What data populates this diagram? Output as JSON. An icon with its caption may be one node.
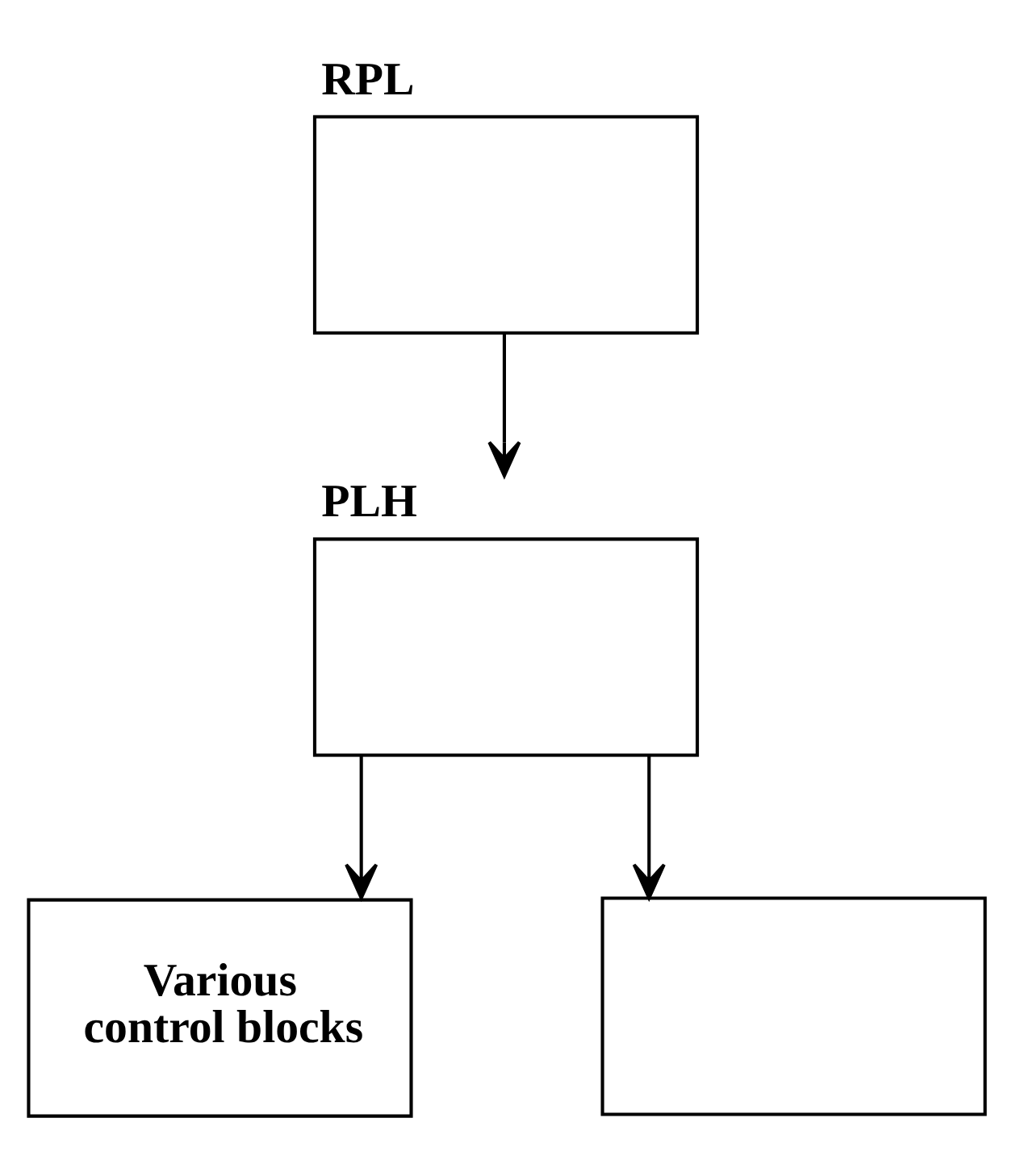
{
  "diagram": {
    "nodes": [
      {
        "text": [
          "RPL"
        ]
      },
      {
        "text": [
          "PLH"
        ]
      },
      {
        "text": [
          "Various control blocks"
        ]
      },
      {
        "text": [],
        "shape": "box"
      }
    ],
    "edges": [
      {
        "from": 0,
        "to": 1,
        "arrow": "to"
      },
      {
        "from": 1,
        "to": 2,
        "arrow": "to"
      },
      {
        "from": 1,
        "to": 3,
        "arrow": "to"
      }
    ]
  }
}
